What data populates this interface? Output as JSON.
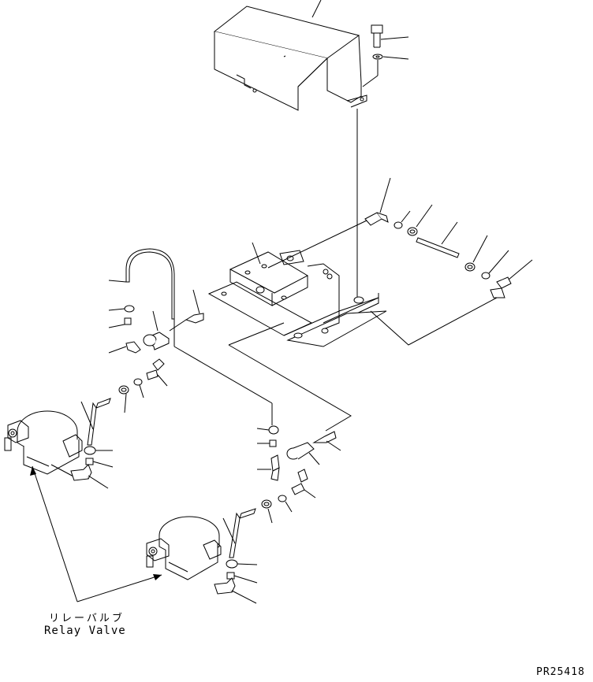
{
  "diagram": {
    "callout_jp": "リレーバルブ",
    "callout_en": "Relay Valve",
    "drawing_code": "PR25418"
  }
}
